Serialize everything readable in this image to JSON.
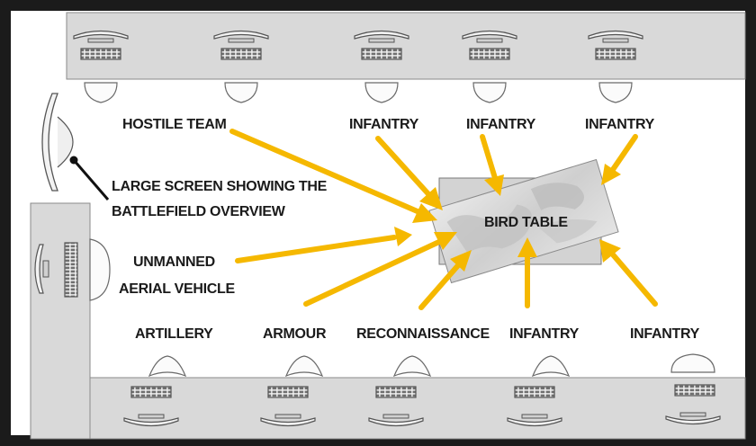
{
  "colors": {
    "arrow": "#f5b800",
    "frame": "#1b1b1b",
    "desk": "#d9d9d9",
    "floor": "#ffffff"
  },
  "labels": {
    "hostile_team": "HOSTILE TEAM",
    "infantry_top_1": "INFANTRY",
    "infantry_top_2": "INFANTRY",
    "infantry_top_3": "INFANTRY",
    "large_screen_line1": "LARGE SCREEN SHOWING THE",
    "large_screen_line2": "BATTLEFIELD OVERVIEW",
    "bird_table": "BIRD TABLE",
    "uav_line1": "UNMANNED",
    "uav_line2": "AERIAL VEHICLE",
    "artillery": "ARTILLERY",
    "armour": "ARMOUR",
    "reconnaissance": "RECONNAISSANCE",
    "infantry_bottom_1": "INFANTRY",
    "infantry_bottom_2": "INFANTRY"
  },
  "icons": [
    "monitor-icon",
    "keyboard-icon",
    "chair-icon",
    "large-screen-icon",
    "map-table-icon"
  ]
}
